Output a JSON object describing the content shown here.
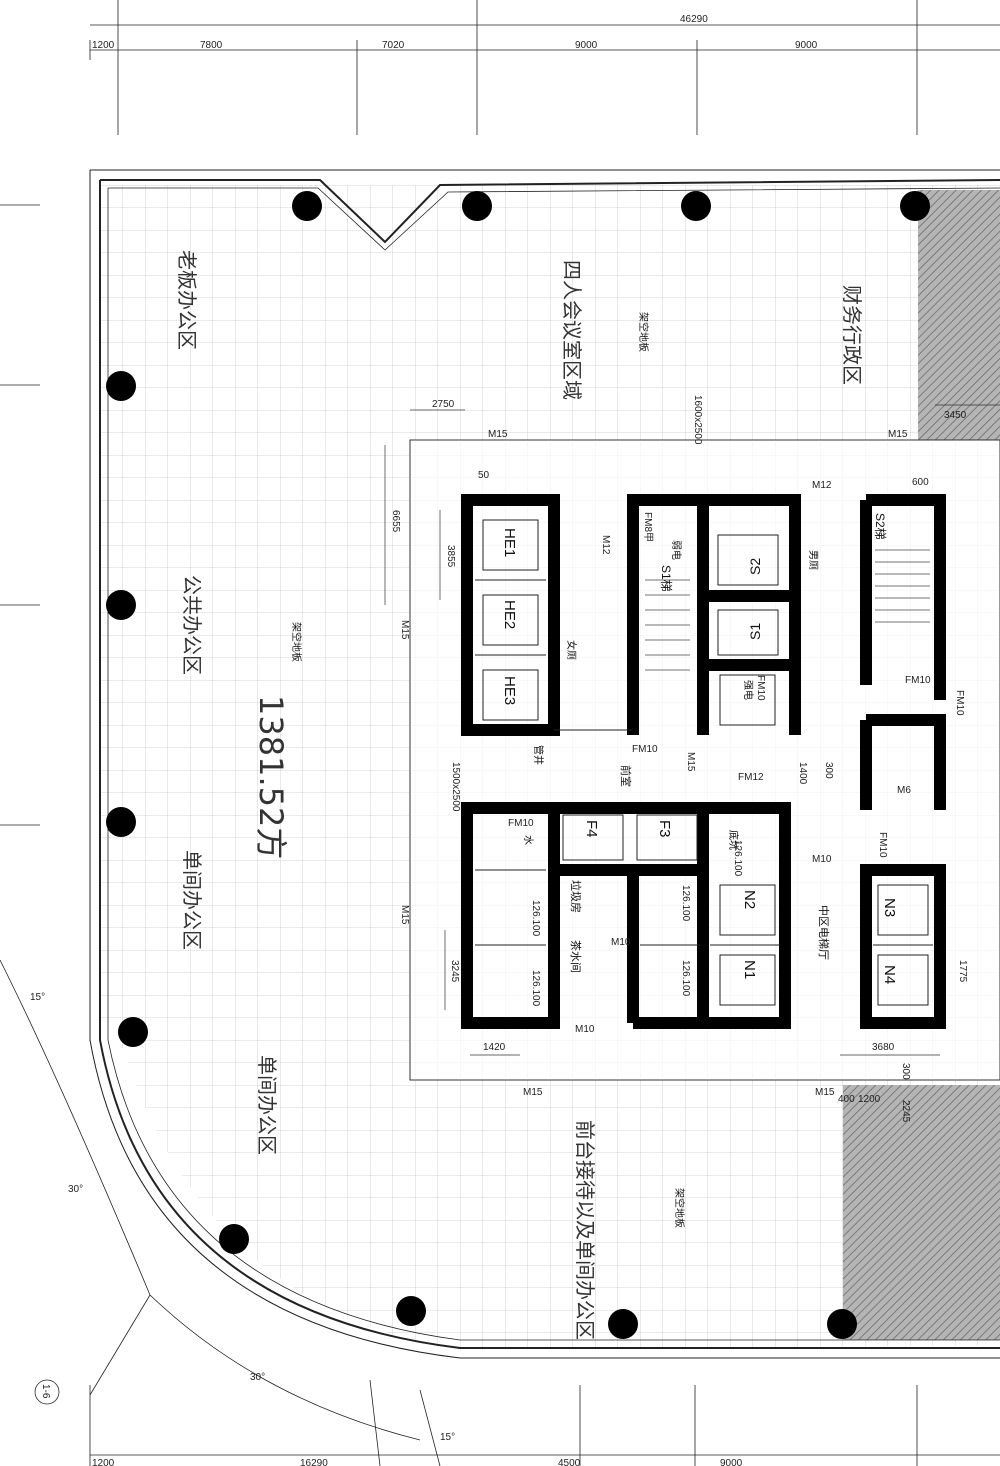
{
  "top_dims": {
    "total": "46290",
    "segments": [
      "1200",
      "7800",
      "7020",
      "9000",
      "9000"
    ]
  },
  "bottom_dims": [
    "1200",
    "16290",
    "4500",
    "9000"
  ],
  "area_label": "1381.52方",
  "zones": [
    {
      "id": "z1",
      "text": "老板办公区"
    },
    {
      "id": "z2",
      "text": "四人会议室区域"
    },
    {
      "id": "z3",
      "text": "财务行政区"
    },
    {
      "id": "z4",
      "text": "公共办公区"
    },
    {
      "id": "z5",
      "text": "单间办公区"
    },
    {
      "id": "z6",
      "text": "单间办公区"
    },
    {
      "id": "z7",
      "text": "前台接待以及单间办公区"
    }
  ],
  "small_labels": {
    "floor_note_1": "架空地板",
    "floor_note_2": "架空地板",
    "floor_note_3": "架空地板",
    "lobby": "前室",
    "tea": "茶水间",
    "garbage": "垃圾房",
    "pipe": "管井",
    "elec": "强电",
    "weak": "弱电",
    "lift_hall": "中区电梯厅",
    "women_wc": "女厕",
    "men_wc": "男厕",
    "water": "水",
    "pit": "底坑"
  },
  "elevators": [
    "HE1",
    "HE2",
    "HE3",
    "F4",
    "F3",
    "N2",
    "N1",
    "N3",
    "N4"
  ],
  "shafts": [
    "S2",
    "S1"
  ],
  "stairs": [
    "S1梯",
    "S2梯"
  ],
  "doors": [
    "M15",
    "M15",
    "M15",
    "M15",
    "M15",
    "M15",
    "M12",
    "M12",
    "M10",
    "M10",
    "M10",
    "FM10",
    "FM10",
    "FM10",
    "FM10",
    "FM10",
    "FM10",
    "FM12",
    "FM8甲",
    "M6",
    "M15"
  ],
  "inner_dims": [
    "2750",
    "6655",
    "3855",
    "3245",
    "1420",
    "3680",
    "1775",
    "3450",
    "600",
    "50",
    "2245",
    "300",
    "400",
    "1200",
    "1400",
    "300"
  ],
  "pit_dims": [
    "126.100",
    "126.100",
    "126.100",
    "126.100",
    "126.100"
  ],
  "shaft_dims": [
    "1500x2500",
    "1600x2500"
  ],
  "angles": [
    "15°",
    "30°",
    "30°",
    "15°"
  ],
  "axis_label": "1-6",
  "colors": {
    "line": "#222222",
    "grid": "#c8c8c8",
    "wall": "#000000",
    "hatch": "#9a9a9a"
  }
}
